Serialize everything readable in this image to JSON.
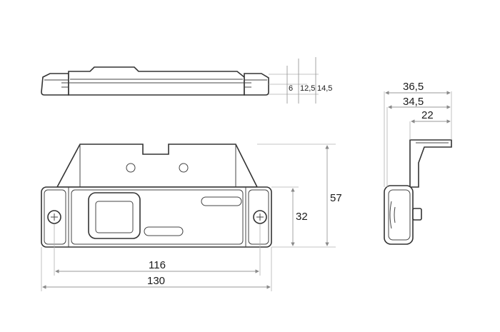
{
  "dimensions": {
    "top_view": {
      "d1": "6",
      "d2": "12,5",
      "d3": "14,5"
    },
    "front_view": {
      "height_total": "57",
      "height_lamp": "32",
      "width_inner": "116",
      "width_total": "130"
    },
    "side_view": {
      "depth_total": "36,5",
      "depth_mid": "34,5",
      "depth_bracket": "22"
    }
  }
}
